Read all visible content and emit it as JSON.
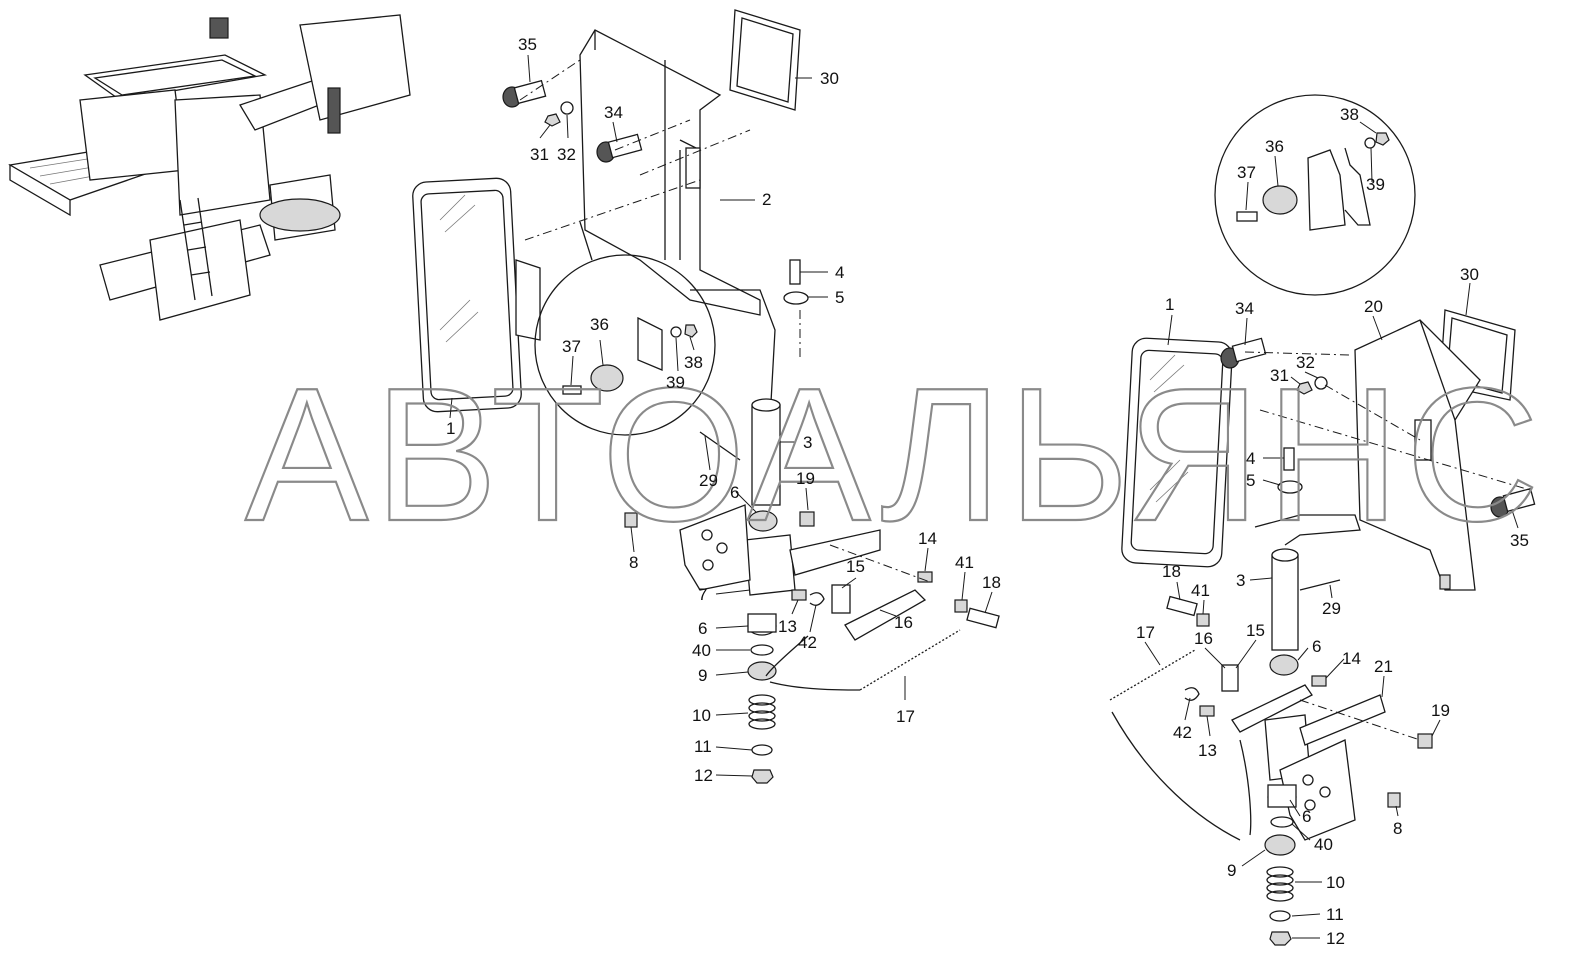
{
  "watermark": "АВТОАЛЬЯНС",
  "callouts_left": [
    "35",
    "30",
    "34",
    "31",
    "32",
    "2",
    "4",
    "5",
    "36",
    "37",
    "38",
    "39",
    "1",
    "3",
    "29",
    "19",
    "6",
    "8",
    "14",
    "15",
    "41",
    "18",
    "7",
    "13",
    "16",
    "42",
    "6",
    "40",
    "9",
    "17",
    "10",
    "11",
    "12"
  ],
  "callouts_right": [
    "38",
    "36",
    "37",
    "39",
    "1",
    "34",
    "30",
    "20",
    "32",
    "31",
    "4",
    "5",
    "35",
    "3",
    "29",
    "18",
    "41",
    "16",
    "17",
    "15",
    "6",
    "14",
    "21",
    "19",
    "42",
    "13",
    "8",
    "6",
    "40",
    "9",
    "10",
    "11",
    "12"
  ],
  "colors": {
    "line": "#1a1a1a",
    "watermark": "#8a8a8a",
    "background": "#ffffff"
  }
}
